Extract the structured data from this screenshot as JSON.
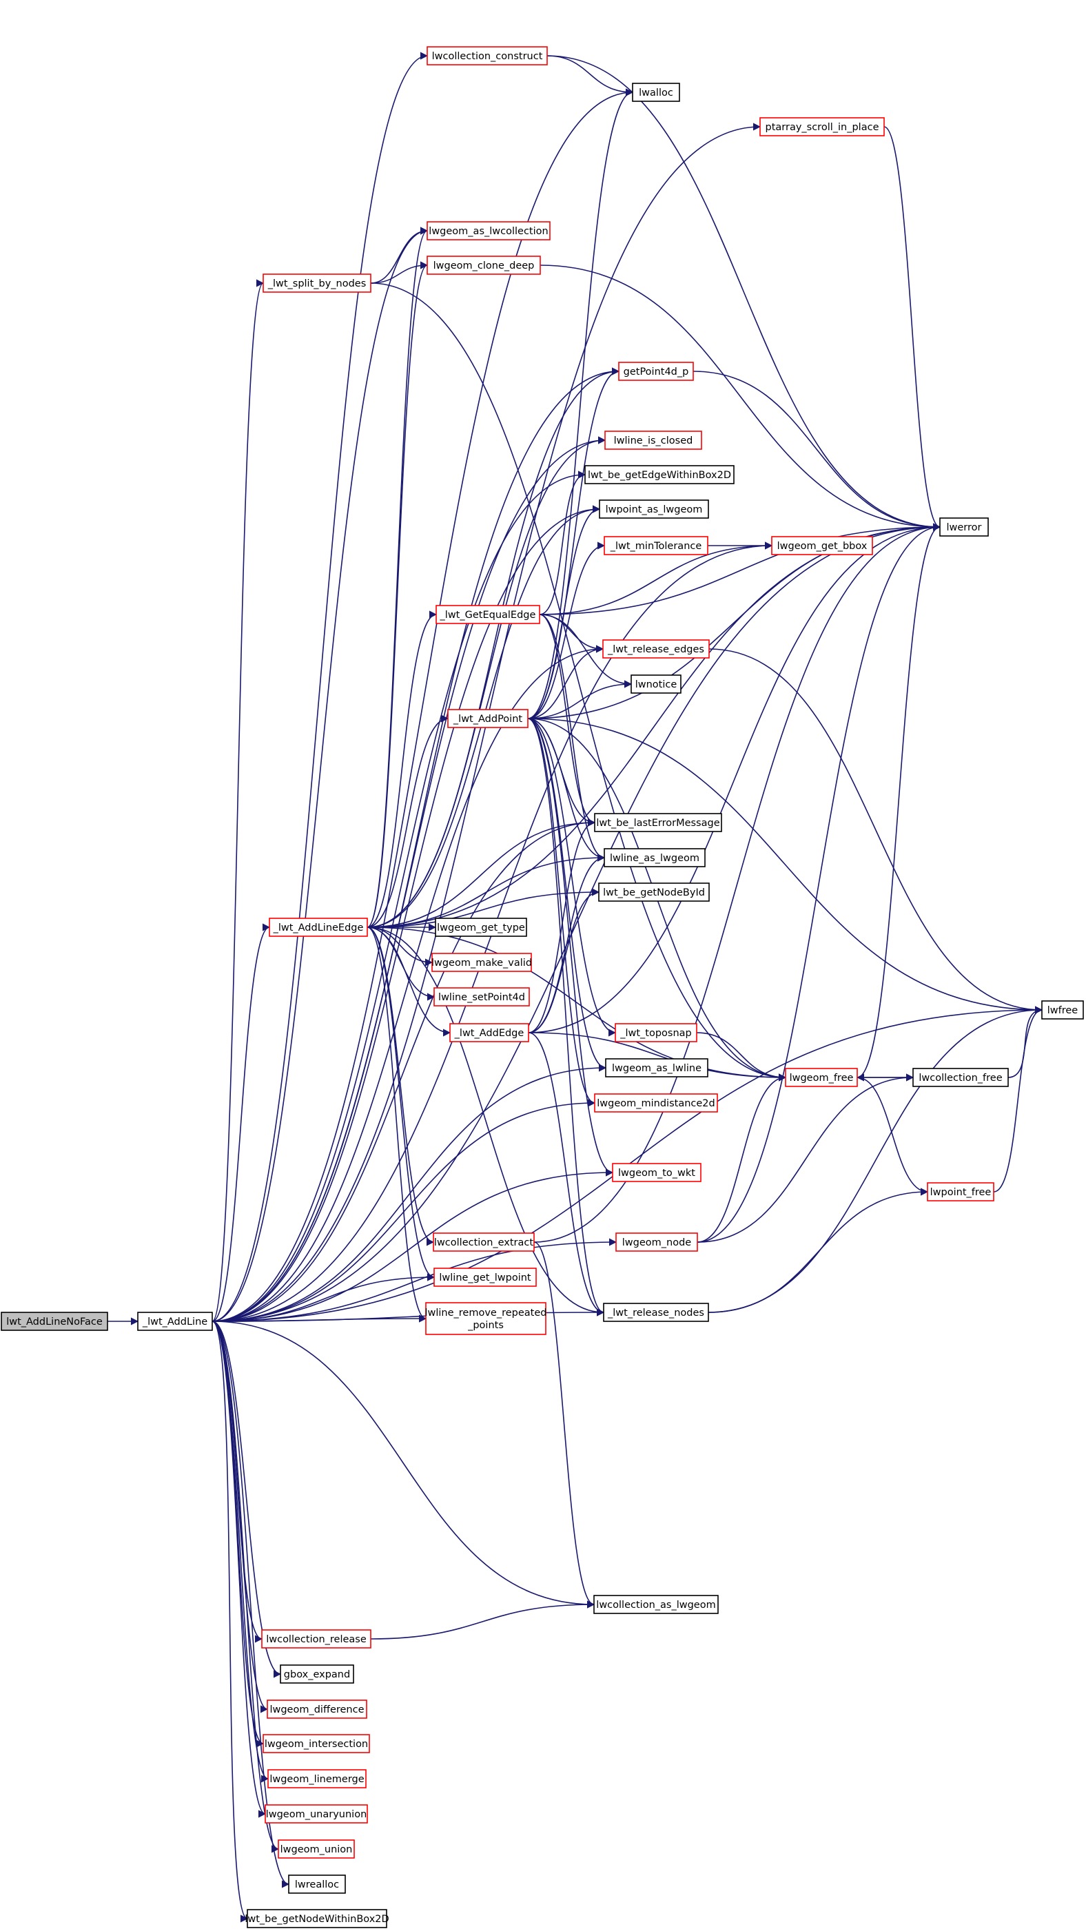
{
  "graph": {
    "colors": {
      "edge": "#191970",
      "external_border": "#ff0000",
      "plain_border": "#000000",
      "root_fill": "#bfbfbf"
    },
    "nodes": [
      {
        "id": "lwt_AddLineNoFace",
        "label": [
          "lwt_AddLineNoFace"
        ],
        "style": "root"
      },
      {
        "id": "_lwt_AddLine",
        "label": [
          "_lwt_AddLine"
        ],
        "style": "black"
      },
      {
        "id": "lwcollection_construct",
        "label": [
          "lwcollection_construct"
        ],
        "style": "red"
      },
      {
        "id": "lwalloc",
        "label": [
          "lwalloc"
        ],
        "style": "black"
      },
      {
        "id": "ptarray_scroll_in_place",
        "label": [
          "ptarray_scroll_in_place"
        ],
        "style": "red"
      },
      {
        "id": "lwgeom_as_lwcollection",
        "label": [
          "lwgeom_as_lwcollection"
        ],
        "style": "red"
      },
      {
        "id": "_lwt_split_by_nodes",
        "label": [
          "_lwt_split_by_nodes"
        ],
        "style": "red"
      },
      {
        "id": "lwgeom_clone_deep",
        "label": [
          "lwgeom_clone_deep"
        ],
        "style": "red"
      },
      {
        "id": "getPoint4d_p",
        "label": [
          "getPoint4d_p"
        ],
        "style": "red"
      },
      {
        "id": "lwline_is_closed",
        "label": [
          "lwline_is_closed"
        ],
        "style": "red"
      },
      {
        "id": "lwt_be_getEdgeWithinBox2D",
        "label": [
          "lwt_be_getEdgeWithinBox2D"
        ],
        "style": "black"
      },
      {
        "id": "lwpoint_as_lwgeom",
        "label": [
          "lwpoint_as_lwgeom"
        ],
        "style": "black"
      },
      {
        "id": "_lwt_minTolerance",
        "label": [
          "_lwt_minTolerance"
        ],
        "style": "red"
      },
      {
        "id": "lwgeom_get_bbox",
        "label": [
          "lwgeom_get_bbox"
        ],
        "style": "red"
      },
      {
        "id": "lwerror",
        "label": [
          "lwerror"
        ],
        "style": "black"
      },
      {
        "id": "_lwt_GetEqualEdge",
        "label": [
          "_lwt_GetEqualEdge"
        ],
        "style": "red"
      },
      {
        "id": "_lwt_release_edges",
        "label": [
          "_lwt_release_edges"
        ],
        "style": "red"
      },
      {
        "id": "lwnotice",
        "label": [
          "lwnotice"
        ],
        "style": "black"
      },
      {
        "id": "_lwt_AddPoint",
        "label": [
          "_lwt_AddPoint"
        ],
        "style": "red"
      },
      {
        "id": "lwt_be_lastErrorMessage",
        "label": [
          "lwt_be_lastErrorMessage"
        ],
        "style": "black"
      },
      {
        "id": "lwline_as_lwgeom",
        "label": [
          "lwline_as_lwgeom"
        ],
        "style": "black"
      },
      {
        "id": "lwt_be_getNodeById",
        "label": [
          "lwt_be_getNodeById"
        ],
        "style": "black"
      },
      {
        "id": "_lwt_AddLineEdge",
        "label": [
          "_lwt_AddLineEdge"
        ],
        "style": "red"
      },
      {
        "id": "lwgeom_get_type",
        "label": [
          "lwgeom_get_type"
        ],
        "style": "black"
      },
      {
        "id": "lwgeom_make_valid",
        "label": [
          "lwgeom_make_valid"
        ],
        "style": "red"
      },
      {
        "id": "lwline_setPoint4d",
        "label": [
          "lwline_setPoint4d"
        ],
        "style": "red"
      },
      {
        "id": "lwfree",
        "label": [
          "lwfree"
        ],
        "style": "black"
      },
      {
        "id": "_lwt_AddEdge",
        "label": [
          "_lwt_AddEdge"
        ],
        "style": "red"
      },
      {
        "id": "_lwt_toposnap",
        "label": [
          "_lwt_toposnap"
        ],
        "style": "red"
      },
      {
        "id": "lwgeom_free",
        "label": [
          "lwgeom_free"
        ],
        "style": "red"
      },
      {
        "id": "lwcollection_free",
        "label": [
          "lwcollection_free"
        ],
        "style": "black"
      },
      {
        "id": "lwgeom_as_lwline",
        "label": [
          "lwgeom_as_lwline"
        ],
        "style": "black"
      },
      {
        "id": "lwgeom_mindistance2d",
        "label": [
          "lwgeom_mindistance2d"
        ],
        "style": "red"
      },
      {
        "id": "lwgeom_to_wkt",
        "label": [
          "lwgeom_to_wkt"
        ],
        "style": "red"
      },
      {
        "id": "lwpoint_free",
        "label": [
          "lwpoint_free"
        ],
        "style": "red"
      },
      {
        "id": "lwgeom_node",
        "label": [
          "lwgeom_node"
        ],
        "style": "red"
      },
      {
        "id": "lwcollection_extract",
        "label": [
          "lwcollection_extract"
        ],
        "style": "red"
      },
      {
        "id": "lwline_get_lwpoint",
        "label": [
          "lwline_get_lwpoint"
        ],
        "style": "red"
      },
      {
        "id": "lwline_remove_repeated_points",
        "label": [
          "lwline_remove_repeated",
          "_points"
        ],
        "style": "red"
      },
      {
        "id": "_lwt_release_nodes",
        "label": [
          "_lwt_release_nodes"
        ],
        "style": "black"
      },
      {
        "id": "lwcollection_as_lwgeom",
        "label": [
          "lwcollection_as_lwgeom"
        ],
        "style": "black"
      },
      {
        "id": "lwcollection_release",
        "label": [
          "lwcollection_release"
        ],
        "style": "red"
      },
      {
        "id": "gbox_expand",
        "label": [
          "gbox_expand"
        ],
        "style": "black"
      },
      {
        "id": "lwgeom_difference",
        "label": [
          "lwgeom_difference"
        ],
        "style": "red"
      },
      {
        "id": "lwgeom_intersection",
        "label": [
          "lwgeom_intersection"
        ],
        "style": "red"
      },
      {
        "id": "lwgeom_linemerge",
        "label": [
          "lwgeom_linemerge"
        ],
        "style": "red"
      },
      {
        "id": "lwgeom_unaryunion",
        "label": [
          "lwgeom_unaryunion"
        ],
        "style": "red"
      },
      {
        "id": "lwgeom_union",
        "label": [
          "lwgeom_union"
        ],
        "style": "red"
      },
      {
        "id": "lwrealloc",
        "label": [
          "lwrealloc"
        ],
        "style": "black"
      },
      {
        "id": "lwt_be_getNodeWithinBox2D",
        "label": [
          "lwt_be_getNodeWithinBox2D"
        ],
        "style": "black"
      }
    ],
    "edges": [
      [
        "lwt_AddLineNoFace",
        "_lwt_AddLine"
      ],
      [
        "_lwt_AddLine",
        "lwcollection_construct"
      ],
      [
        "_lwt_AddLine",
        "lwalloc"
      ],
      [
        "_lwt_AddLine",
        "ptarray_scroll_in_place"
      ],
      [
        "_lwt_AddLine",
        "lwerror"
      ],
      [
        "_lwt_AddLine",
        "lwfree"
      ],
      [
        "_lwt_AddLine",
        "lwgeom_as_lwcollection"
      ],
      [
        "_lwt_AddLine",
        "_lwt_split_by_nodes"
      ],
      [
        "_lwt_AddLine",
        "getPoint4d_p"
      ],
      [
        "_lwt_AddLine",
        "lwline_is_closed"
      ],
      [
        "_lwt_AddLine",
        "lwt_be_getEdgeWithinBox2D"
      ],
      [
        "_lwt_AddLine",
        "lwpoint_as_lwgeom"
      ],
      [
        "_lwt_AddLine",
        "lwgeom_get_bbox"
      ],
      [
        "_lwt_AddLine",
        "_lwt_release_edges"
      ],
      [
        "_lwt_AddLine",
        "lwt_be_lastErrorMessage"
      ],
      [
        "_lwt_AddLine",
        "_lwt_AddLineEdge"
      ],
      [
        "_lwt_AddLine",
        "lwline_get_lwpoint"
      ],
      [
        "_lwt_AddLine",
        "lwline_remove_repeated_points"
      ],
      [
        "_lwt_AddLine",
        "lwgeom_as_lwline"
      ],
      [
        "_lwt_AddLine",
        "lwgeom_mindistance2d"
      ],
      [
        "_lwt_AddLine",
        "lwgeom_to_wkt"
      ],
      [
        "_lwt_AddLine",
        "lwgeom_node"
      ],
      [
        "_lwt_AddLine",
        "_lwt_release_nodes"
      ],
      [
        "_lwt_AddLine",
        "lwcollection_as_lwgeom"
      ],
      [
        "_lwt_AddLine",
        "lwcollection_release"
      ],
      [
        "_lwt_AddLine",
        "gbox_expand"
      ],
      [
        "_lwt_AddLine",
        "lwgeom_difference"
      ],
      [
        "_lwt_AddLine",
        "lwgeom_intersection"
      ],
      [
        "_lwt_AddLine",
        "lwgeom_linemerge"
      ],
      [
        "_lwt_AddLine",
        "lwgeom_unaryunion"
      ],
      [
        "_lwt_AddLine",
        "lwgeom_union"
      ],
      [
        "_lwt_AddLine",
        "lwrealloc"
      ],
      [
        "_lwt_AddLine",
        "lwt_be_getNodeWithinBox2D"
      ],
      [
        "lwcollection_construct",
        "lwalloc"
      ],
      [
        "lwcollection_construct",
        "lwerror"
      ],
      [
        "ptarray_scroll_in_place",
        "lwerror"
      ],
      [
        "_lwt_split_by_nodes",
        "lwgeom_as_lwcollection"
      ],
      [
        "_lwt_split_by_nodes",
        "lwgeom_clone_deep"
      ],
      [
        "_lwt_split_by_nodes",
        "lwgeom_free"
      ],
      [
        "lwgeom_clone_deep",
        "lwerror"
      ],
      [
        "getPoint4d_p",
        "lwerror"
      ],
      [
        "_lwt_minTolerance",
        "lwgeom_get_bbox"
      ],
      [
        "_lwt_GetEqualEdge",
        "lwt_be_getEdgeWithinBox2D"
      ],
      [
        "_lwt_GetEqualEdge",
        "lwline_as_lwgeom"
      ],
      [
        "_lwt_GetEqualEdge",
        "lwgeom_get_bbox"
      ],
      [
        "_lwt_GetEqualEdge",
        "lwerror"
      ],
      [
        "_lwt_GetEqualEdge",
        "_lwt_release_edges"
      ],
      [
        "_lwt_GetEqualEdge",
        "lwnotice"
      ],
      [
        "_lwt_GetEqualEdge",
        "lwt_be_lastErrorMessage"
      ],
      [
        "_lwt_release_edges",
        "lwfree"
      ],
      [
        "_lwt_AddPoint",
        "lwalloc"
      ],
      [
        "_lwt_AddPoint",
        "getPoint4d_p"
      ],
      [
        "_lwt_AddPoint",
        "lwpoint_as_lwgeom"
      ],
      [
        "_lwt_AddPoint",
        "_lwt_minTolerance"
      ],
      [
        "_lwt_AddPoint",
        "_lwt_release_edges"
      ],
      [
        "_lwt_AddPoint",
        "lwnotice"
      ],
      [
        "_lwt_AddPoint",
        "lwerror"
      ],
      [
        "_lwt_AddPoint",
        "lwt_be_lastErrorMessage"
      ],
      [
        "_lwt_AddPoint",
        "lwline_as_lwgeom"
      ],
      [
        "_lwt_AddPoint",
        "lwfree"
      ],
      [
        "_lwt_AddPoint",
        "_lwt_toposnap"
      ],
      [
        "_lwt_AddPoint",
        "lwgeom_free"
      ],
      [
        "_lwt_AddPoint",
        "lwgeom_as_lwline"
      ],
      [
        "_lwt_AddPoint",
        "lwgeom_mindistance2d"
      ],
      [
        "_lwt_AddPoint",
        "lwgeom_to_wkt"
      ],
      [
        "_lwt_AddPoint",
        "_lwt_release_nodes"
      ],
      [
        "_lwt_AddLineEdge",
        "lwgeom_as_lwcollection"
      ],
      [
        "_lwt_AddLineEdge",
        "lwgeom_clone_deep"
      ],
      [
        "_lwt_AddLineEdge",
        "getPoint4d_p"
      ],
      [
        "_lwt_AddLineEdge",
        "lwline_is_closed"
      ],
      [
        "_lwt_AddLineEdge",
        "lwpoint_as_lwgeom"
      ],
      [
        "_lwt_AddLineEdge",
        "_lwt_GetEqualEdge"
      ],
      [
        "_lwt_AddLineEdge",
        "_lwt_AddPoint"
      ],
      [
        "_lwt_AddLineEdge",
        "lwt_be_lastErrorMessage"
      ],
      [
        "_lwt_AddLineEdge",
        "lwline_as_lwgeom"
      ],
      [
        "_lwt_AddLineEdge",
        "lwt_be_getNodeById"
      ],
      [
        "_lwt_AddLineEdge",
        "lwgeom_get_type"
      ],
      [
        "_lwt_AddLineEdge",
        "lwgeom_make_valid"
      ],
      [
        "_lwt_AddLineEdge",
        "lwline_setPoint4d"
      ],
      [
        "_lwt_AddLineEdge",
        "_lwt_AddEdge"
      ],
      [
        "_lwt_AddLineEdge",
        "lwgeom_free"
      ],
      [
        "_lwt_AddLineEdge",
        "lwcollection_extract"
      ],
      [
        "_lwt_AddLineEdge",
        "lwline_get_lwpoint"
      ],
      [
        "_lwt_AddLineEdge",
        "lwline_remove_repeated_points"
      ],
      [
        "_lwt_AddLineEdge",
        "_lwt_release_nodes"
      ],
      [
        "_lwt_AddLineEdge",
        "lwerror"
      ],
      [
        "_lwt_AddEdge",
        "lwt_be_lastErrorMessage"
      ],
      [
        "_lwt_AddEdge",
        "lwline_as_lwgeom"
      ],
      [
        "_lwt_AddEdge",
        "lwt_be_getNodeById"
      ],
      [
        "_lwt_AddEdge",
        "lwerror"
      ],
      [
        "_lwt_AddEdge",
        "lwgeom_free"
      ],
      [
        "_lwt_AddEdge",
        "_lwt_release_nodes"
      ],
      [
        "_lwt_toposnap",
        "lwgeom_free"
      ],
      [
        "lwgeom_free",
        "lwerror"
      ],
      [
        "lwgeom_free",
        "lwcollection_free"
      ],
      [
        "lwgeom_free",
        "lwpoint_free"
      ],
      [
        "lwcollection_free",
        "lwfree"
      ],
      [
        "lwcollection_free",
        "lwgeom_free"
      ],
      [
        "lwpoint_free",
        "lwfree"
      ],
      [
        "lwgeom_node",
        "lwgeom_free"
      ],
      [
        "lwgeom_node",
        "lwcollection_free"
      ],
      [
        "lwgeom_node",
        "lwerror"
      ],
      [
        "lwcollection_extract",
        "lwerror"
      ],
      [
        "lwcollection_extract",
        "lwcollection_as_lwgeom"
      ],
      [
        "_lwt_release_nodes",
        "lwpoint_free"
      ],
      [
        "_lwt_release_nodes",
        "lwfree"
      ],
      [
        "lwcollection_release",
        "lwcollection_as_lwgeom"
      ]
    ]
  }
}
